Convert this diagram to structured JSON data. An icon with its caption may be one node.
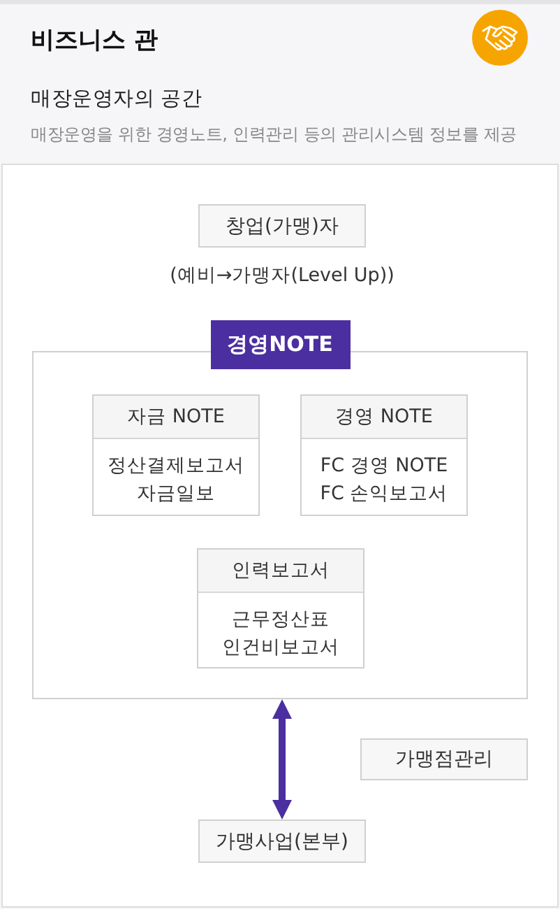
{
  "diagram": {
    "title": "비즈니스 관",
    "nodes": [
      {
        "text": [
          "창업(가맹)자"
        ],
        "beside": [
          "(예비→가맹자(Level Up))"
        ]
      },
      {
        "text": [
          "경영NOTE"
        ]
      },
      {
        "text": [
          "자금 NOTE",
          "정산결제보고서 자금일보"
        ],
        "in": 1
      },
      {
        "text": [
          "경영 NOTE",
          "FC 경영 NOTE FC 손익보고서"
        ],
        "in": 1
      },
      {
        "text": [
          "인력보고서",
          "근무정산표 인건비보고서"
        ],
        "in": 1
      },
      {
        "text": [
          "가맹사업(본부)"
        ]
      },
      {
        "text": [
          "가맹점관리"
        ]
      }
    ],
    "edges": [
      {
        "from": 1,
        "to": 5,
        "arrow": "both",
        "color": "#4b2fa0"
      }
    ],
    "labels": [
      "매장운영자의 공간",
      "매장운영을 위한 경영노트, 인력관리 등의 관리시스템 정보를 제공"
    ]
  }
}
